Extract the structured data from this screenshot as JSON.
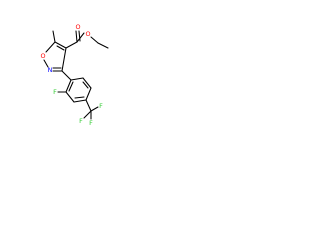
{
  "molecule": {
    "atoms": {
      "carbonyl_oxygen": {
        "label": "O",
        "color": "#ff0000"
      },
      "ester_oxygen": {
        "label": "O",
        "color": "#ff0000"
      },
      "ring_oxygen": {
        "label": "O",
        "color": "#ff0000"
      },
      "ring_nitrogen": {
        "label": "N",
        "color": "#0000ff"
      },
      "fluorine_aryl": {
        "label": "F",
        "color": "#33cc33"
      },
      "fluorine_cf3_1": {
        "label": "F",
        "color": "#33cc33"
      },
      "fluorine_cf3_2": {
        "label": "F",
        "color": "#33cc33"
      },
      "fluorine_cf3_3": {
        "label": "F",
        "color": "#33cc33"
      }
    }
  }
}
